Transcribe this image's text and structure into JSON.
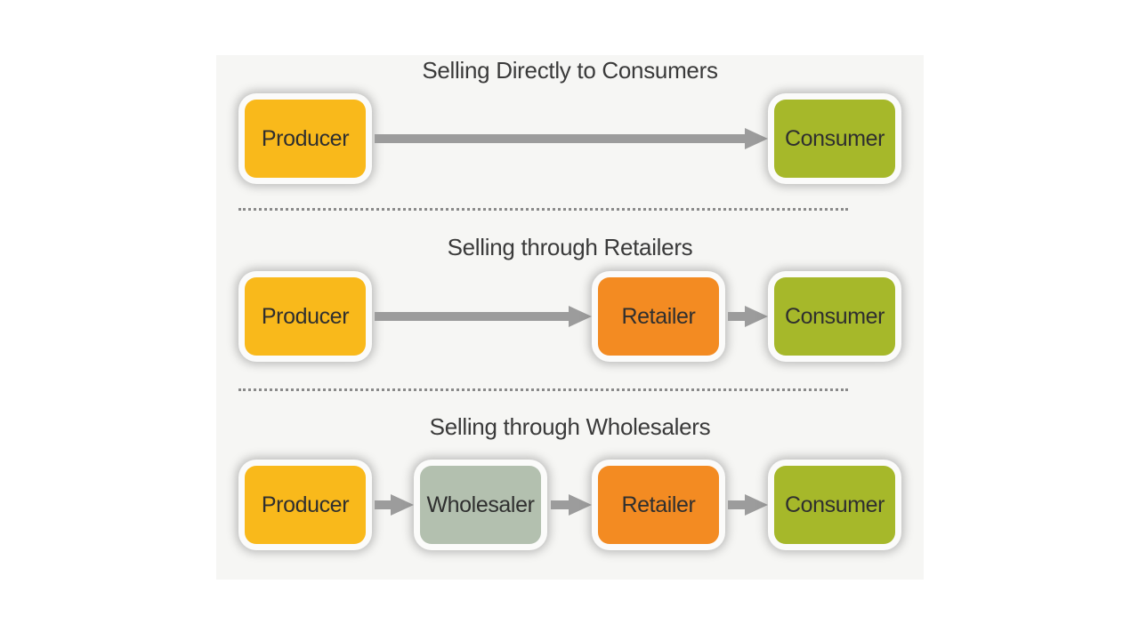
{
  "colors": {
    "producer": "#f9b91b",
    "consumer": "#a6b82a",
    "retailer": "#f38b22",
    "wholesaler": "#b3c0af",
    "arrow": "#9c9c9c"
  },
  "sections": [
    {
      "title": "Selling Directly to Consumers",
      "nodes": [
        {
          "label": "Producer",
          "role": "producer"
        },
        {
          "label": "Consumer",
          "role": "consumer"
        }
      ]
    },
    {
      "title": "Selling through Retailers",
      "nodes": [
        {
          "label": "Producer",
          "role": "producer"
        },
        {
          "label": "Retailer",
          "role": "retailer"
        },
        {
          "label": "Consumer",
          "role": "consumer"
        }
      ]
    },
    {
      "title": "Selling through Wholesalers",
      "nodes": [
        {
          "label": "Producer",
          "role": "producer"
        },
        {
          "label": "Wholesaler",
          "role": "wholesaler"
        },
        {
          "label": "Retailer",
          "role": "retailer"
        },
        {
          "label": "Consumer",
          "role": "consumer"
        }
      ]
    }
  ]
}
